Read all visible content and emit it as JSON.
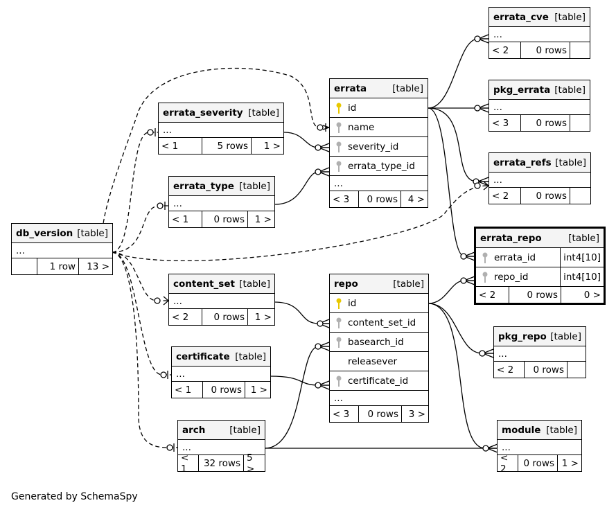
{
  "tag_label": "[table]",
  "errata_cve": {
    "name": "errata_cve",
    "ellipsis": "...",
    "parents": "< 2",
    "rows": "0 rows",
    "children": ""
  },
  "pkg_errata": {
    "name": "pkg_errata",
    "ellipsis": "...",
    "parents": "< 3",
    "rows": "0 rows",
    "children": ""
  },
  "errata": {
    "name": "errata",
    "columns": [
      "id",
      "name",
      "severity_id",
      "errata_type_id"
    ],
    "ellipsis": "...",
    "parents": "< 3",
    "rows": "0 rows",
    "children": "4 >"
  },
  "errata_severity": {
    "name": "errata_severity",
    "ellipsis": "...",
    "parents": "< 1",
    "rows": "5 rows",
    "children": "1 >"
  },
  "errata_refs": {
    "name": "errata_refs",
    "ellipsis": "...",
    "parents": "< 2",
    "rows": "0 rows",
    "children": ""
  },
  "errata_type": {
    "name": "errata_type",
    "ellipsis": "...",
    "parents": "< 1",
    "rows": "0 rows",
    "children": "1 >"
  },
  "db_version": {
    "name": "db_version",
    "ellipsis": "...",
    "parents": "",
    "rows": "1 row",
    "children": "13 >"
  },
  "errata_repo": {
    "name": "errata_repo",
    "columns": [
      {
        "name": "errata_id",
        "type": "int4[10]"
      },
      {
        "name": "repo_id",
        "type": "int4[10]"
      }
    ],
    "parents": "< 2",
    "rows": "0 rows",
    "children": "0 >"
  },
  "content_set": {
    "name": "content_set",
    "ellipsis": "...",
    "parents": "< 2",
    "rows": "0 rows",
    "children": "1 >"
  },
  "repo": {
    "name": "repo",
    "columns": [
      "id",
      "content_set_id",
      "basearch_id",
      "releasever",
      "certificate_id"
    ],
    "ellipsis": "...",
    "parents": "< 3",
    "rows": "0 rows",
    "children": "3 >"
  },
  "pkg_repo": {
    "name": "pkg_repo",
    "ellipsis": "...",
    "parents": "< 2",
    "rows": "0 rows",
    "children": ""
  },
  "certificate": {
    "name": "certificate",
    "ellipsis": "...",
    "parents": "< 1",
    "rows": "0 rows",
    "children": "1 >"
  },
  "arch": {
    "name": "arch",
    "ellipsis": "...",
    "parents": "< 1",
    "rows": "32 rows",
    "children": "5 >"
  },
  "module": {
    "name": "module",
    "ellipsis": "...",
    "parents": "< 2",
    "rows": "0 rows",
    "children": "1 >"
  },
  "footer": "Generated by SchemaSpy",
  "colors": {
    "primary_key": "#e8c800",
    "foreign_key": "#b0b0b0",
    "header_bg": "#f4f4f4"
  }
}
